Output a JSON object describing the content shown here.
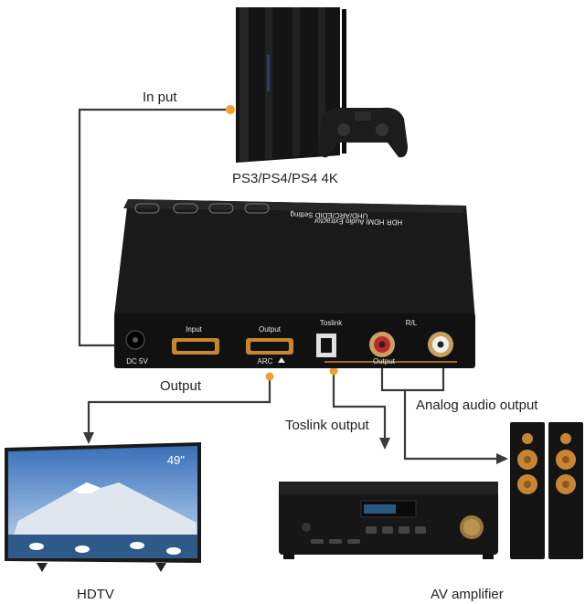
{
  "labels": {
    "input_cable": "In put",
    "console": "PS3/PS4/PS4 4K",
    "hdtv_output": "Output",
    "toslink_output": "Toslink output",
    "analog_output": "Analog audio output",
    "hdtv": "HDTV",
    "av_amplifier": "AV amplifier"
  },
  "device": {
    "title_line1": "HDR HDMI Audio Extractor",
    "title_line2": "UHD/ARC/EDID Setting",
    "port_input": "Input",
    "port_output": "Output",
    "port_toslink": "Toslink",
    "port_rl": "R/L",
    "power": "DC 5V",
    "arc": "ARC",
    "audio_output": "Output"
  },
  "tv": {
    "size_badge": "49\""
  },
  "colors": {
    "wire": "#3a3a3a",
    "dot": "#f0a030",
    "device_body": "#1e1e1e",
    "hdmi_port": "#c8862a"
  }
}
